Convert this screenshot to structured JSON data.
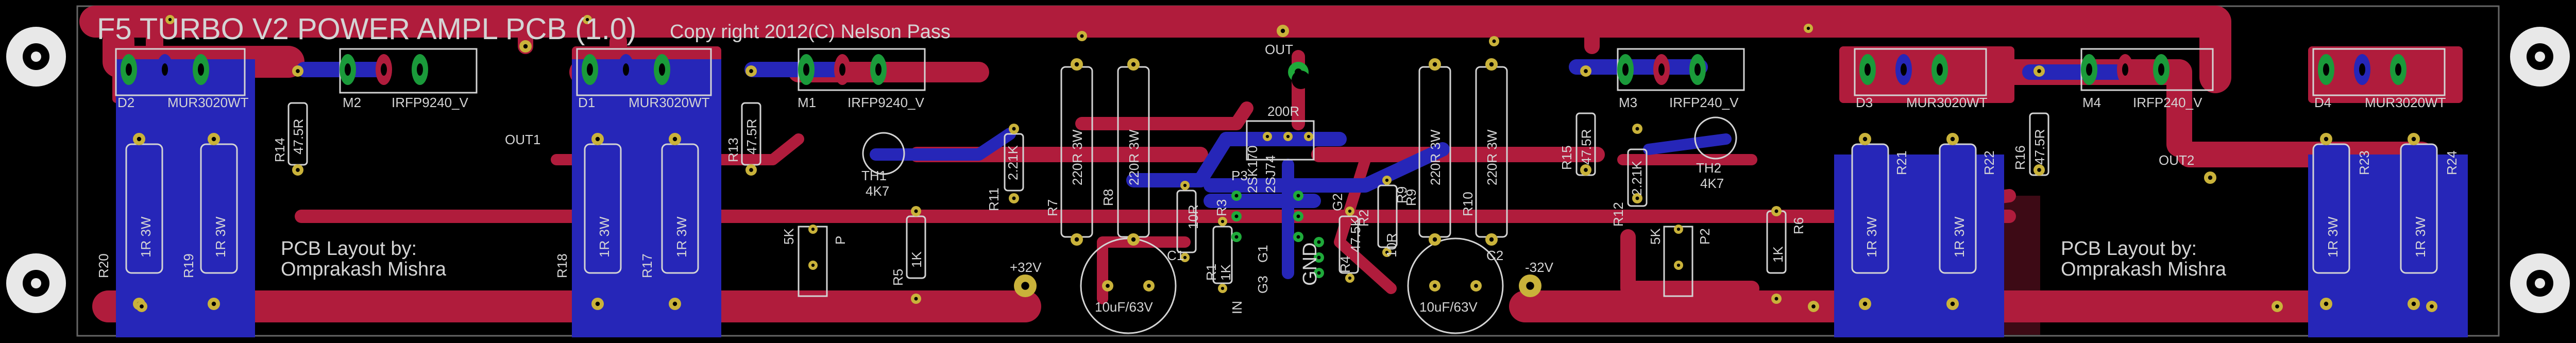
{
  "board": {
    "title": "F5 TURBO V2 POWER AMPL PCB (1.0)",
    "copyright": "Copy right 2012(C) Nelson Pass",
    "layout_credit_line1": "PCB Layout by:",
    "layout_credit_line2": "Omprakash Mishra",
    "colors": {
      "background": "#000000",
      "top_copper": "#b01c3c",
      "bottom_copper": "#2626b8",
      "silkscreen": "#d4d4d4",
      "pad": "#c9b23a",
      "via": "#1faa3a"
    }
  },
  "components": {
    "D2": "D2",
    "D2_val": "MUR3020WT",
    "D1": "D1",
    "D1_val": "MUR3020WT",
    "D3": "D3",
    "D3_val": "MUR3020WT",
    "D4": "D4",
    "D4_val": "MUR3020WT",
    "M2": "M2",
    "M2_val": "IRFP9240_V",
    "M1": "M1",
    "M1_val": "IRFP9240_V",
    "M3": "M3",
    "M3_val": "IRFP240_V",
    "M4": "M4",
    "M4_val": "IRFP240_V",
    "R14": "R14",
    "R14_val": "47.5R",
    "R13": "R13",
    "R13_val": "47.5R",
    "R15": "R15",
    "R15_val": "47.5R",
    "R16": "R16",
    "R16_val": "47.5R",
    "R20": "R20",
    "R19": "R19",
    "R18": "R18",
    "R17": "R17",
    "R21": "R21",
    "R22": "R22",
    "R23": "R23",
    "R24": "R24",
    "R_1R3W": "1R 3W",
    "R7": "R7",
    "R8": "R8",
    "R9": "R9",
    "R10": "R10",
    "R_220R3W": "220R 3W",
    "R11": "R11",
    "R11_val": "2.21K",
    "R12": "R12",
    "R12_val": "2.21K",
    "TH1": "TH1",
    "TH1_val": "4K7",
    "TH2": "TH2",
    "TH2_val": "4K7",
    "R5": "R5",
    "R5_val": "1K",
    "R6": "R6",
    "R6_val": "1K",
    "P1": "P",
    "P1_val": "5K",
    "P2": "P2",
    "P2_val": "5K",
    "R1": "R1",
    "R1_val": "1K",
    "R2": "R2",
    "R2_val": "47.5K",
    "R3": "R3",
    "R3_val": "1K",
    "R4": "R4",
    "R4_val": "47.5K",
    "R10r": "10R",
    "R10r_b": "10R",
    "Q1": "2SK170",
    "Q2": "2SJ74",
    "C1": "C1",
    "C1_val": "10uF/63V",
    "C2": "C2",
    "C2_val": "10uF/63V",
    "R_200R": "200R",
    "G1": "G1",
    "G2": "G2",
    "G3": "G3",
    "P3": "P3",
    "IN": "IN"
  },
  "nets": {
    "OUT": "OUT",
    "OUT1": "OUT1",
    "OUT2": "OUT2",
    "VPOS": "+32V",
    "VNEG": "-32V",
    "GND": "GND"
  }
}
